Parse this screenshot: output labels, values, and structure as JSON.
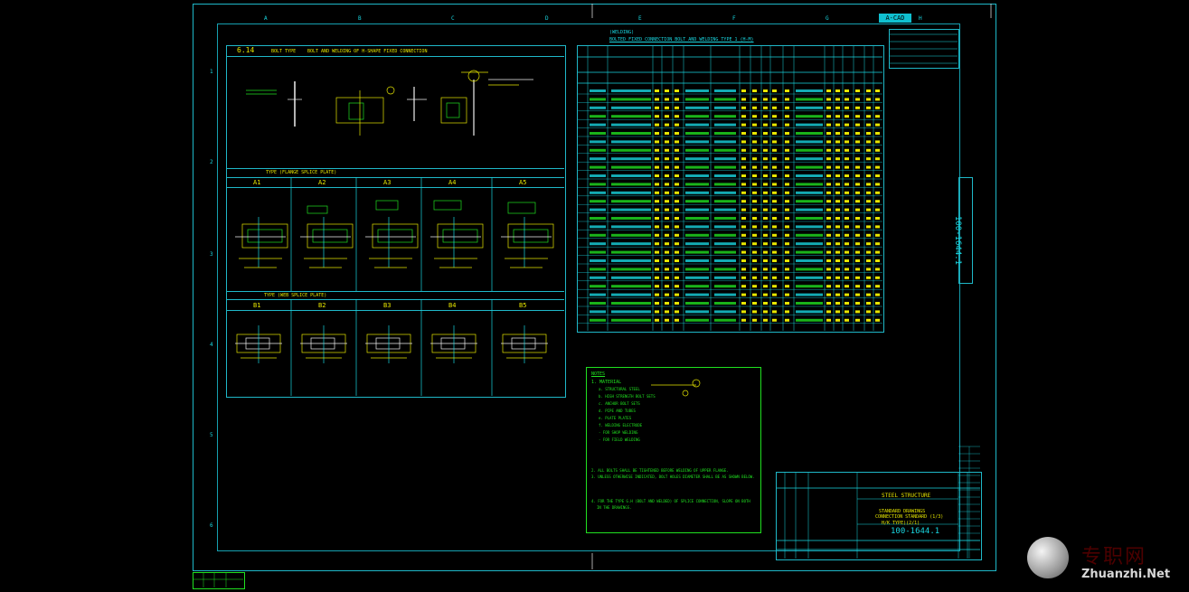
{
  "col_markers": [
    "A",
    "B",
    "C",
    "D",
    "E",
    "F",
    "G",
    "H"
  ],
  "row_markers": [
    "1",
    "2",
    "3",
    "4",
    "5",
    "6"
  ],
  "badge": "A-CAD",
  "title_block": {
    "title": "STEEL STRUCTURE",
    "line1": "STANDARD DRAWINGS",
    "line2": "CONNECTION STANDARD (1/3)",
    "line3": "H/K TYPE)(2/1)",
    "drawing_no": "100-1644.1",
    "side_no": "100-1644.1"
  },
  "left_panel": {
    "header": "6.14",
    "sub": "BOLT TYPE",
    "sub2": "BOLT AND WELDING OF H-SHAPE FIXED CONNECTION",
    "row1_title": "TYPE (FLANGE SPLICE PLATE)",
    "row2_title": "TYPE (WEB SPLICE PLATE)",
    "cols_a": [
      "A1",
      "A2",
      "A3",
      "A4",
      "A5"
    ],
    "cols_b": [
      "B1",
      "B2",
      "B3",
      "B4",
      "B5"
    ]
  },
  "table": {
    "title1": "(WELDING)",
    "title2": "BOLTED FIXED CONNECTION BOLT AND WELDING TYPE 1 (H-M)",
    "rows": 28
  },
  "notes": {
    "title": "NOTES",
    "section": "1. MATERIAL",
    "lines": [
      "a. STRUCTURAL STEEL",
      "b. HIGH STRENGTH BOLT SETS",
      "c. ANCHOR BOLT SETS",
      "d. PIPE AND TUBES",
      "e. PLATE PLATES",
      "f. WELDING ELECTRODE",
      "- FOR SHOP WELDING",
      "- FOR FIELD WELDING"
    ],
    "footer1": "2. ALL BOLTS SHALL BE TIGHTENED BEFORE WELDING OF UPPER FLANGE.",
    "footer2": "3. UNLESS OTHERWISE INDICATED, BOLT HOLES DIAMETER SHALL BE AS SHOWN BELOW.",
    "footer3": "4. FOR THE TYPE G.H (BOLT AND WELDED) OF SPLICE CONNECTION, SLOPE ON BOTH",
    "footer4": "IN THE DRAWINGS."
  },
  "watermark": {
    "cn": "专职网",
    "url": "Zhuanzhi.Net"
  },
  "colors": {
    "cyan": "#19d6e0",
    "yellow": "#e6e600",
    "green": "#20e020",
    "background": "#000000"
  }
}
